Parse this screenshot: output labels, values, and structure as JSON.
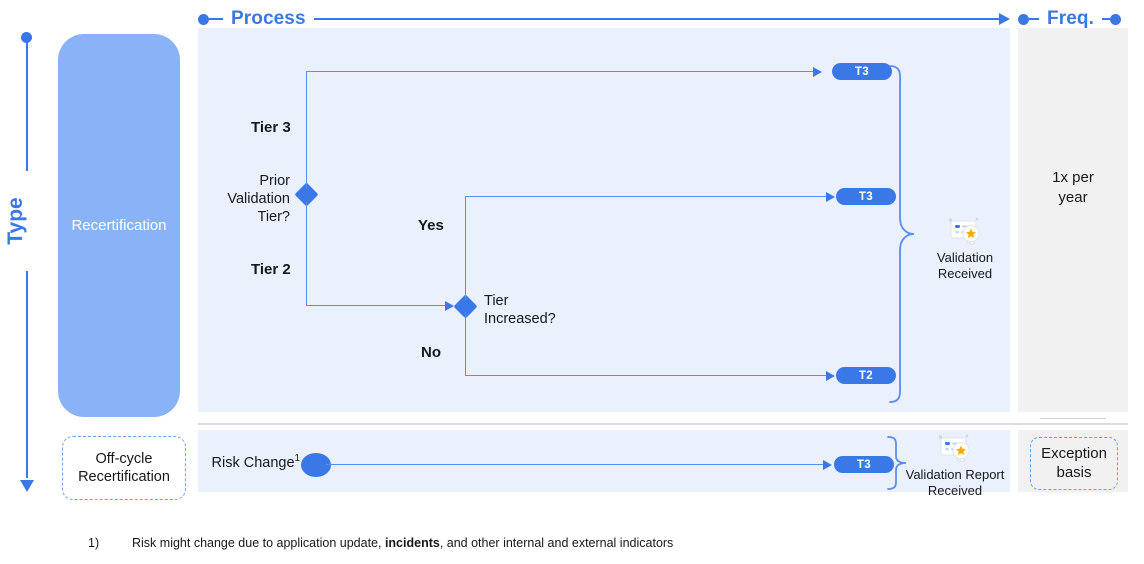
{
  "axes": {
    "type_label": "Type",
    "process_label": "Process",
    "freq_label": "Freq."
  },
  "type_column": {
    "recertification": "Recertification",
    "offcycle_line1": "Off-cycle",
    "offcycle_line2": "Recertification"
  },
  "frequency_column": {
    "main_line1": "1x per",
    "main_line2": "year",
    "exception_line1": "Exception",
    "exception_line2": "basis"
  },
  "process_main": {
    "decision1": {
      "label_line1": "Prior",
      "label_line2": "Validation",
      "label_line3": "Tier?",
      "branch_up": "Tier 3",
      "branch_down": "Tier 2"
    },
    "decision2": {
      "label_line1": "Tier",
      "label_line2": "Increased?",
      "branch_up": "Yes",
      "branch_down": "No"
    },
    "outcomes": [
      {
        "pill": "T3"
      },
      {
        "pill": "T3"
      },
      {
        "pill": "T2"
      }
    ],
    "result": {
      "icon": "validation-certificate-icon",
      "caption_line1": "Validation",
      "caption_line2": "Received"
    }
  },
  "process_bottom": {
    "start_label": "Risk Change",
    "start_footnote_marker": "1",
    "pill": "T3",
    "result": {
      "icon": "validation-certificate-icon",
      "caption_line1": "Validation Report",
      "caption_line2": "Received"
    }
  },
  "footnote": {
    "marker": "1)",
    "text_before": "Risk might change due to application update, ",
    "text_bold": "incidents",
    "text_after": ", and other internal and external indicators"
  },
  "colors": {
    "accent_blue": "#3b78e7",
    "line_blue": "#5b8def",
    "card_blue": "#8ab3f7",
    "panel_blue": "#eaf0fc",
    "panel_gray": "#f1f1f1",
    "star_gold": "#f9ab00"
  }
}
